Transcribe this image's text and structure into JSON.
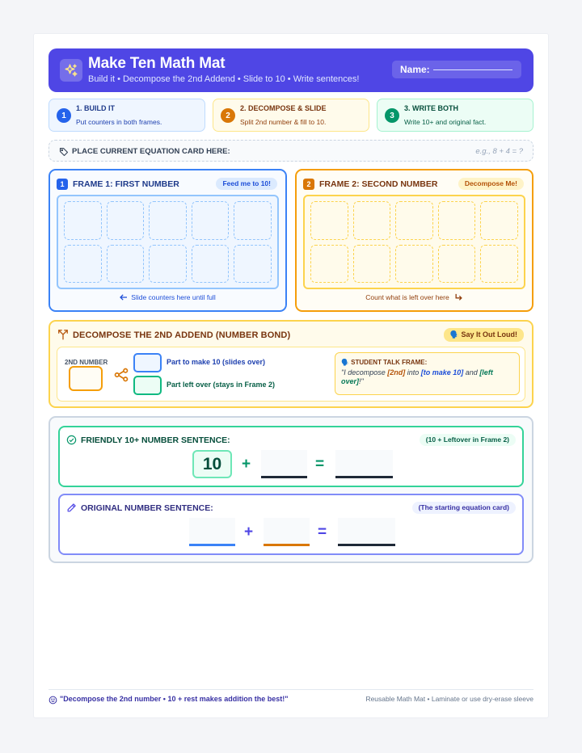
{
  "header": {
    "title": "Make Ten Math Mat",
    "subtitle": "Build it • Decompose the 2nd Addend • Slide to 10 • Write sentences!",
    "name_label": "Name:"
  },
  "steps": [
    {
      "number": "1",
      "title": "1. BUILD IT",
      "desc": "Put counters in both frames."
    },
    {
      "number": "2",
      "title": "2. DECOMPOSE & SLIDE",
      "desc": "Split 2nd number & fill to 10."
    },
    {
      "number": "3",
      "title": "3. WRITE BOTH",
      "desc": "Write 10+ and original fact."
    }
  ],
  "equation_slot": {
    "label": "PLACE CURRENT EQUATION CARD HERE:",
    "hint": "e.g., 8 + 4 = ?"
  },
  "frame1": {
    "badge": "1",
    "title": "FRAME 1: FIRST NUMBER",
    "pill": "Feed me to 10!",
    "note": "Slide counters here until full"
  },
  "frame2": {
    "badge": "2",
    "title": "FRAME 2: SECOND NUMBER",
    "pill": "Decompose Me!",
    "note": "Count what is left over here"
  },
  "decompose": {
    "title": "DECOMPOSE THE 2ND ADDEND (NUMBER BOND)",
    "pill": "🗣️ Say It Out Loud!",
    "number_label": "2ND NUMBER",
    "part1_label": "Part to make 10 (slides over)",
    "part2_label": "Part left over (stays in Frame 2)",
    "talk_title": "🗣️ STUDENT TALK FRAME:",
    "talk_prefix": "\"I decompose ",
    "talk_b1": "[2nd]",
    "talk_mid1": " into ",
    "talk_b2": "[to make 10]",
    "talk_mid2": " and ",
    "talk_b3": "[left over]",
    "talk_suffix": "!\""
  },
  "friendly": {
    "title": "FRIENDLY 10+ NUMBER SENTENCE:",
    "pill": "(10 + Leftover in Frame 2)",
    "ten": "10",
    "plus": "+",
    "equals": "="
  },
  "original": {
    "title": "ORIGINAL NUMBER SENTENCE:",
    "pill": "(The starting equation card)",
    "plus": "+",
    "equals": "="
  },
  "footer": {
    "quote": "\"Decompose the 2nd number • 10 + rest makes addition the best!\"",
    "right": "Reusable Math Mat • Laminate or use dry-erase sleeve"
  },
  "colors": {
    "header": "#4f46e5",
    "blue": "#3b82f6",
    "amber": "#f59e0b",
    "green": "#10b981",
    "indigo": "#818cf8"
  }
}
